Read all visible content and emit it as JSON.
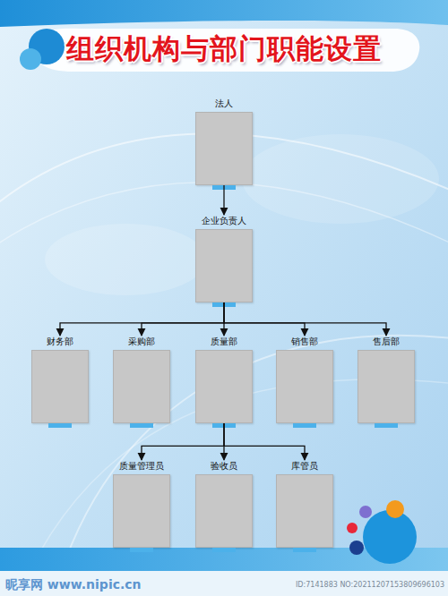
{
  "diagram": {
    "title": "组织机构与部门职能设置",
    "nodes": [
      {
        "text": [
          "法人"
        ]
      },
      {
        "text": [
          "企业负责人"
        ]
      },
      {
        "text": [
          "财务部"
        ]
      },
      {
        "text": [
          "采购部"
        ]
      },
      {
        "text": [
          "质量部"
        ]
      },
      {
        "text": [
          "销售部"
        ]
      },
      {
        "text": [
          "售后部"
        ]
      },
      {
        "text": [
          "质量管理员"
        ]
      },
      {
        "text": [
          "验收员"
        ]
      },
      {
        "text": [
          "库管员"
        ]
      }
    ],
    "edges": [
      {
        "from": 0,
        "to": 1,
        "arrow": "to"
      },
      {
        "from": 1,
        "to": 2,
        "arrow": "to"
      },
      {
        "from": 1,
        "to": 3,
        "arrow": "to"
      },
      {
        "from": 1,
        "to": 4,
        "arrow": "to"
      },
      {
        "from": 1,
        "to": 5,
        "arrow": "to"
      },
      {
        "from": 1,
        "to": 6,
        "arrow": "to"
      },
      {
        "from": 4,
        "to": 7,
        "arrow": "to"
      },
      {
        "from": 4,
        "to": 8,
        "arrow": "to"
      },
      {
        "from": 4,
        "to": 9,
        "arrow": "to"
      }
    ],
    "labels": [
      "昵享网 www.nipic.cn",
      "ID:7141883 NO:20211207153809696103"
    ]
  }
}
